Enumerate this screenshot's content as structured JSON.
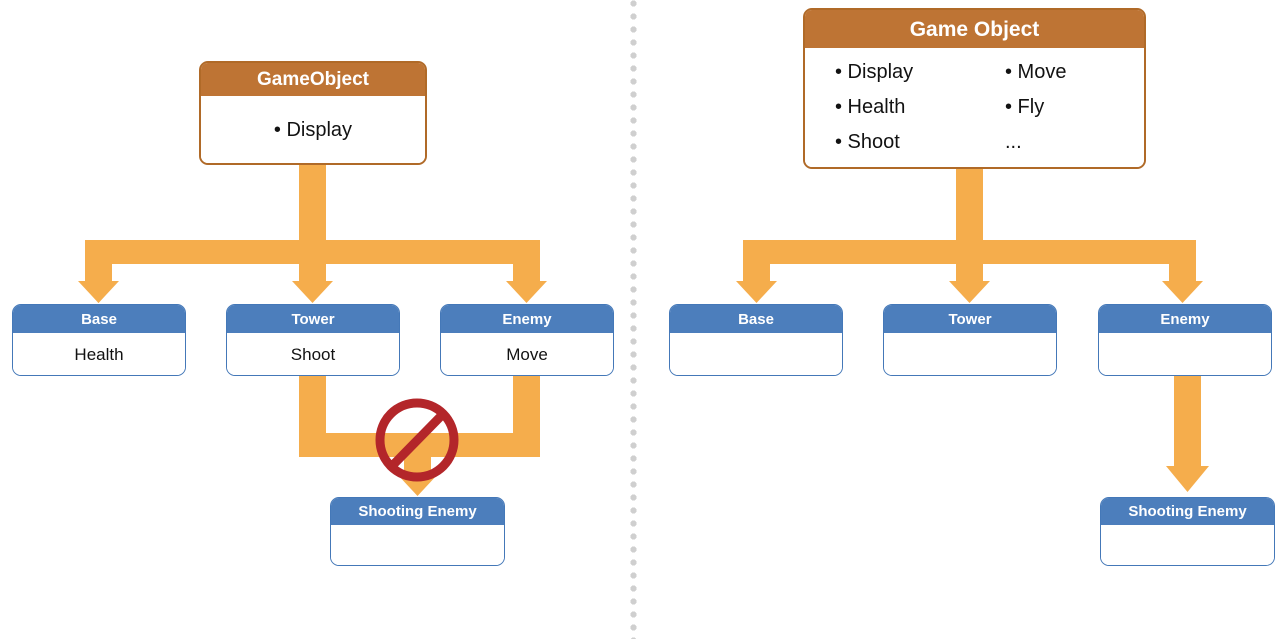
{
  "diagram": {
    "title_left": "GameObject",
    "title_right": "Game Object",
    "divider_icon": "vertical-dotted-divider",
    "colors": {
      "brown_header": "#BE7434",
      "brown_border": "#B06A28",
      "blue_header": "#4C7EBC",
      "blue_border": "#4478B8",
      "arrow_orange": "#F5AD4C",
      "prohibition_red": "#B3262A",
      "divider_gray": "#cfcfcf",
      "text_dark": "#121212",
      "text_light": "#ffffff"
    }
  },
  "left_panel": {
    "root": {
      "title": "GameObject",
      "items": [
        "• Display"
      ]
    },
    "children": [
      {
        "title": "Base",
        "body": "Health"
      },
      {
        "title": "Tower",
        "body": "Shoot"
      },
      {
        "title": "Enemy",
        "body": "Move"
      }
    ],
    "leaf": {
      "title": "Shooting Enemy",
      "body": ""
    },
    "annotation": {
      "icon": "prohibition-sign",
      "meaning": "multiple-inheritance-not-allowed"
    }
  },
  "right_panel": {
    "root": {
      "title": "Game Object",
      "column_one": [
        "• Display",
        "• Health",
        "• Shoot"
      ],
      "column_two": [
        "• Move",
        "• Fly",
        "..."
      ]
    },
    "children": [
      {
        "title": "Base",
        "body": ""
      },
      {
        "title": "Tower",
        "body": ""
      },
      {
        "title": "Enemy",
        "body": ""
      }
    ],
    "leaf": {
      "title": "Shooting Enemy",
      "body": ""
    }
  }
}
